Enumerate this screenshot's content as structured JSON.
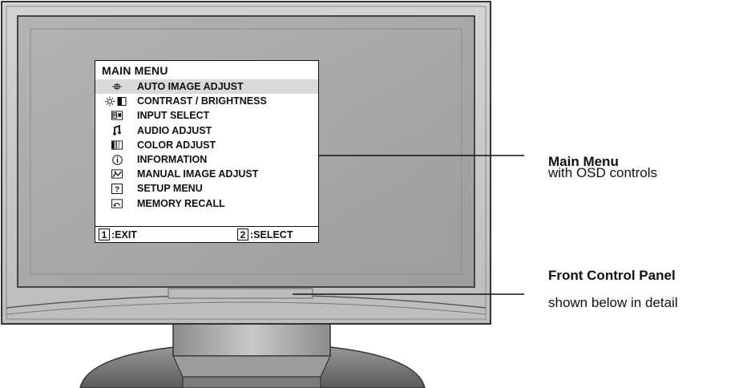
{
  "osd": {
    "title": "MAIN MENU",
    "items": [
      {
        "label": "AUTO IMAGE ADJUST",
        "icon": "crosshair-icon",
        "selected": true
      },
      {
        "label": "CONTRAST / BRIGHTNESS",
        "icon": "sun-contrast-icon",
        "selected": false
      },
      {
        "label": "INPUT SELECT",
        "icon": "input-icon",
        "selected": false
      },
      {
        "label": "AUDIO ADJUST",
        "icon": "audio-icon",
        "selected": false
      },
      {
        "label": "COLOR ADJUST",
        "icon": "color-bars-icon",
        "selected": false
      },
      {
        "label": "INFORMATION",
        "icon": "info-icon",
        "selected": false
      },
      {
        "label": "MANUAL IMAGE ADJUST",
        "icon": "image-adjust-icon",
        "selected": false
      },
      {
        "label": "SETUP MENU",
        "icon": "question-icon",
        "selected": false
      },
      {
        "label": "MEMORY RECALL",
        "icon": "recall-icon",
        "selected": false
      }
    ],
    "footer": {
      "exit_key": "1",
      "exit_label": ":EXIT",
      "select_key": "2",
      "select_label": ":SELECT"
    }
  },
  "callouts": {
    "main_menu_title": "Main Menu",
    "main_menu_sub": "with OSD controls",
    "panel_title": "Front Control Panel",
    "panel_sub": "shown below in detail"
  },
  "colors": {
    "bezel": "#c8c8c8",
    "screen": "#a9a9a9",
    "selected_row": "#d9d9d9"
  }
}
